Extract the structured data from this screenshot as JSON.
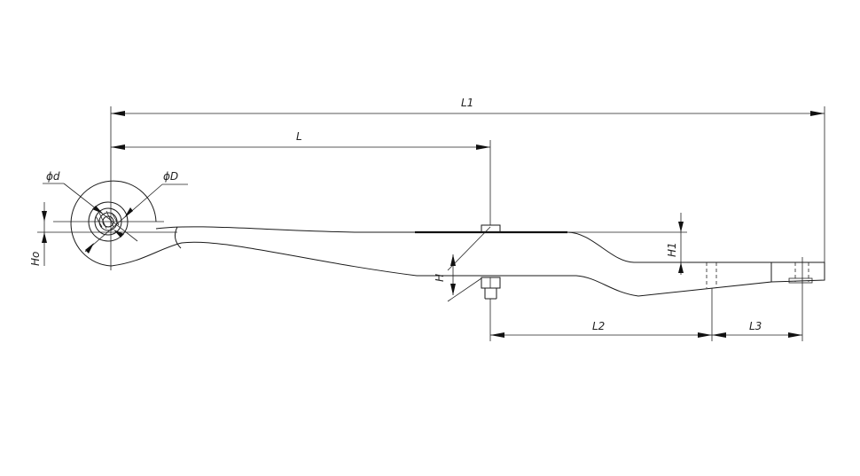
{
  "dimensions": {
    "L1": "L1",
    "L": "L",
    "L2": "L2",
    "L3": "L3",
    "H": "H",
    "H1": "H1",
    "Ho": "Ho",
    "d": "ϕd",
    "D": "ϕD"
  }
}
